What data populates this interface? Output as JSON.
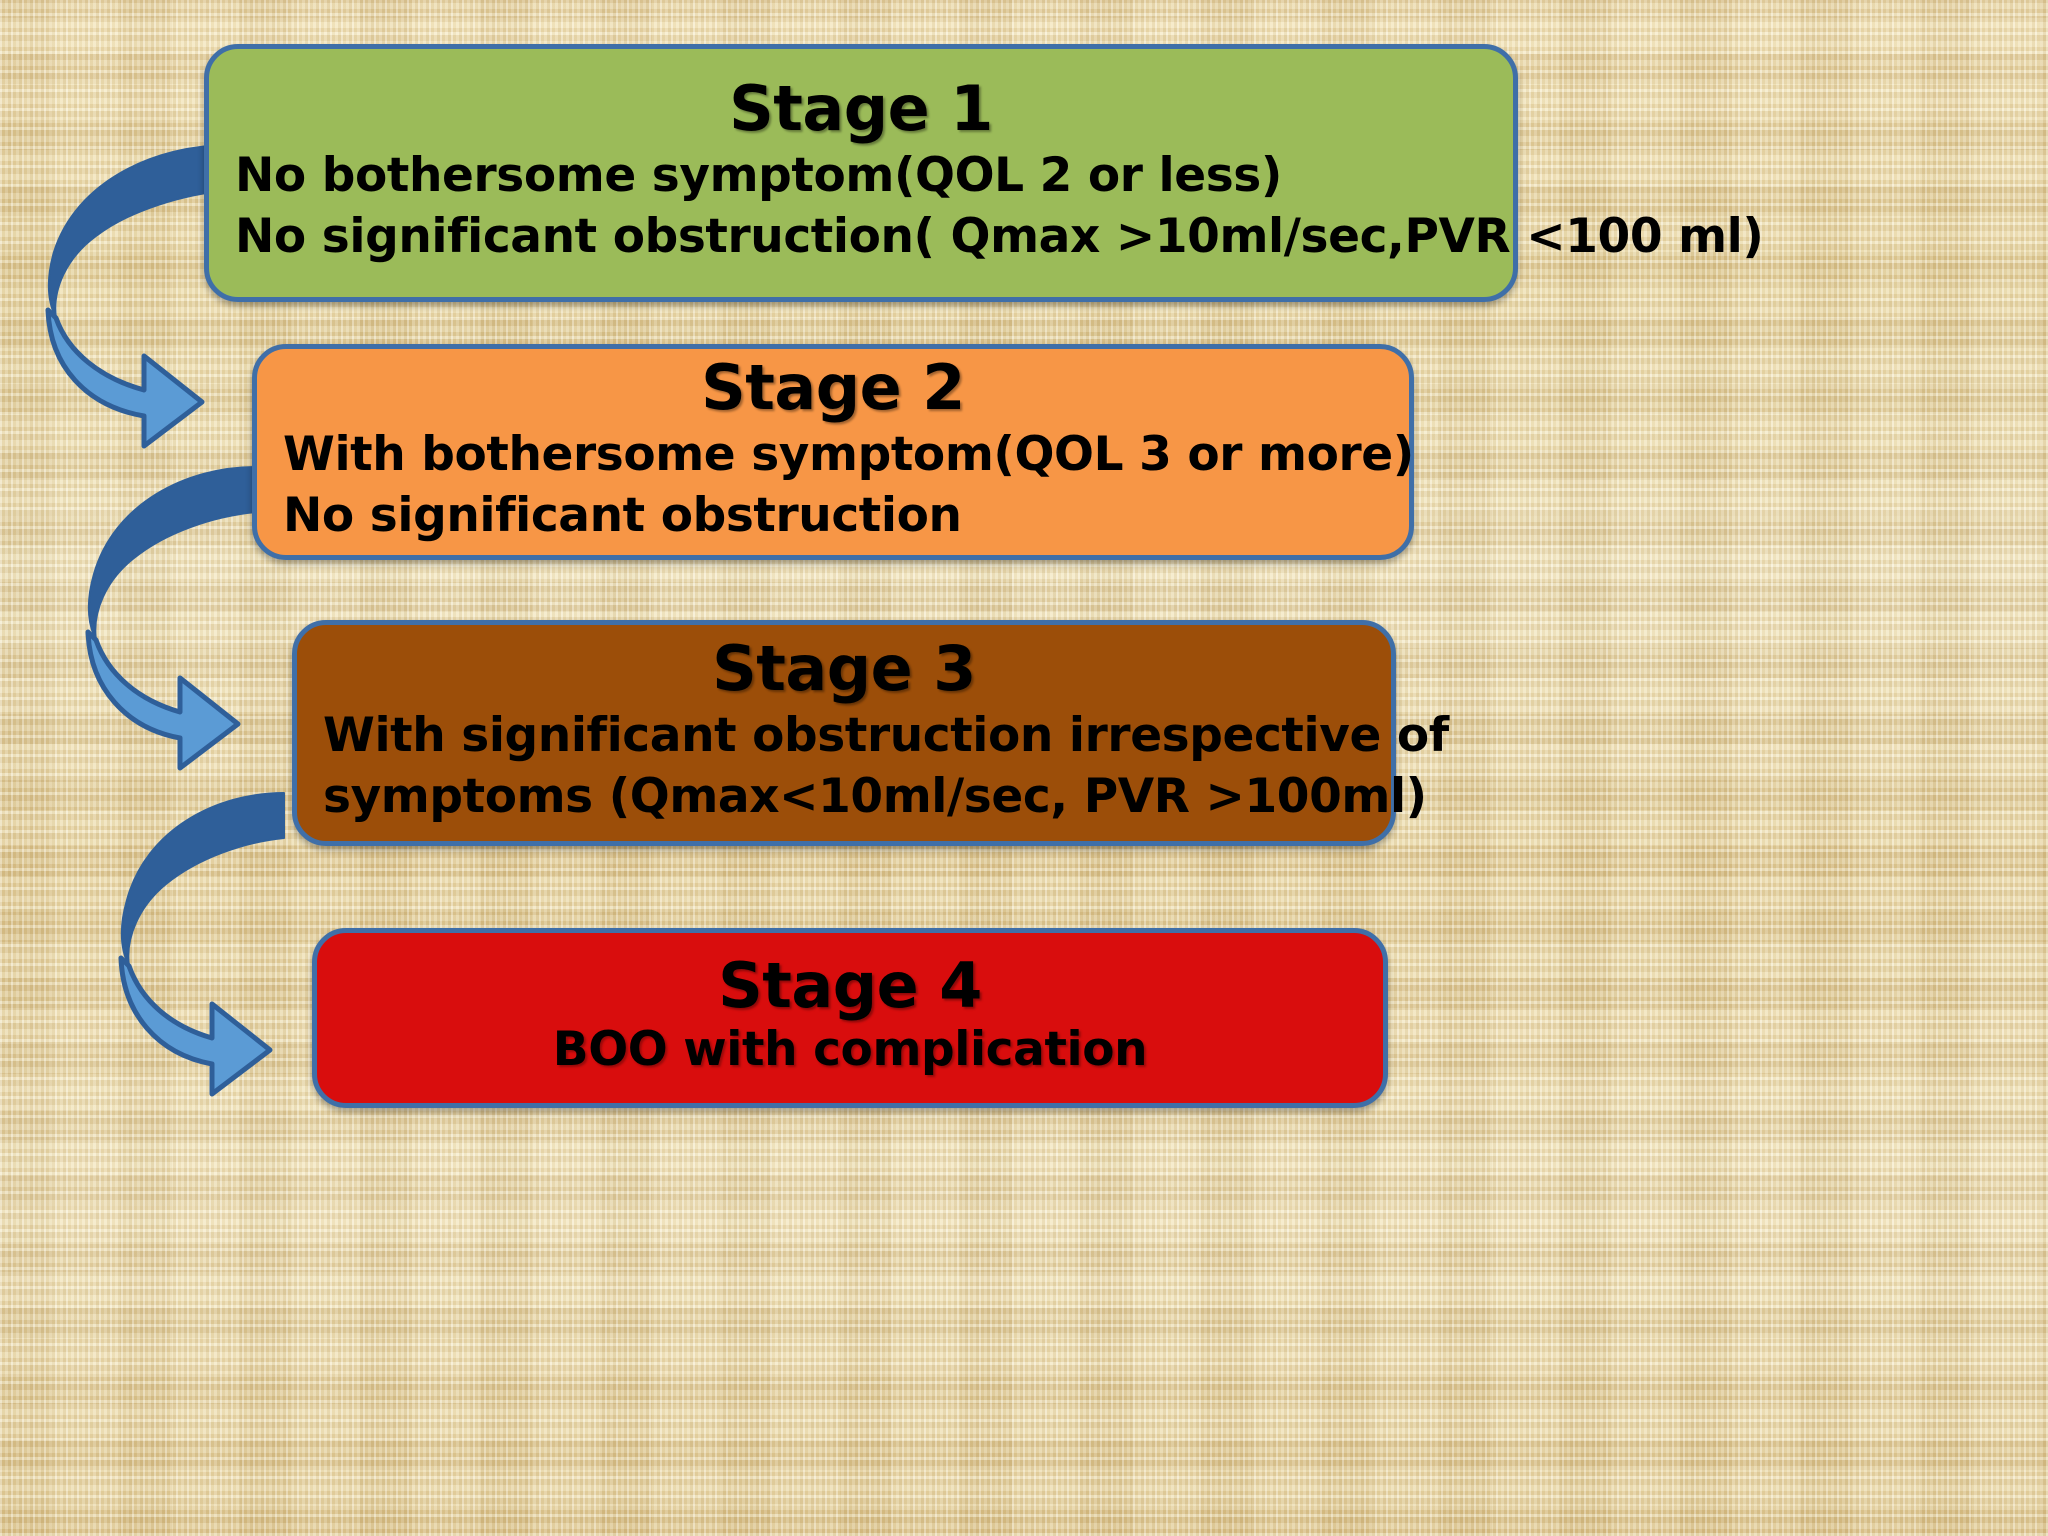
{
  "slide": {
    "type": "staged-flow-diagram",
    "background_color": "#e8d49a",
    "background_texture": "papyrus-woven-tan",
    "border_color": "#3f6fa8",
    "arrow_colors": {
      "upper_band": "#2f5f99",
      "lower_band": "#5b9bd5",
      "outline": "#2f5f99"
    }
  },
  "stages": [
    {
      "title": "Stage 1",
      "color": "#9bbb59",
      "lines": [
        "No bothersome symptom(QOL 2 or less)",
        "No significant obstruction( Qmax >10ml/sec,PVR <100 ml)"
      ]
    },
    {
      "title": "Stage 2",
      "color": "#f79646",
      "lines": [
        "With bothersome symptom(QOL 3 or more)",
        "No significant obstruction"
      ]
    },
    {
      "title": "Stage 3",
      "color": "#9c4e09",
      "lines": [
        "With significant obstruction irrespective of",
        "symptoms (Qmax<10ml/sec, PVR >100ml)"
      ]
    },
    {
      "title": "Stage 4",
      "color": "#d90d0d",
      "lines": [
        "BOO with complication"
      ]
    }
  ],
  "arrows": [
    {
      "name": "arrow-stage1-to-stage2",
      "from": "Stage 1",
      "to": "Stage 2"
    },
    {
      "name": "arrow-stage2-to-stage3",
      "from": "Stage 2",
      "to": "Stage 3"
    },
    {
      "name": "arrow-stage3-to-stage4",
      "from": "Stage 3",
      "to": "Stage 4"
    }
  ]
}
